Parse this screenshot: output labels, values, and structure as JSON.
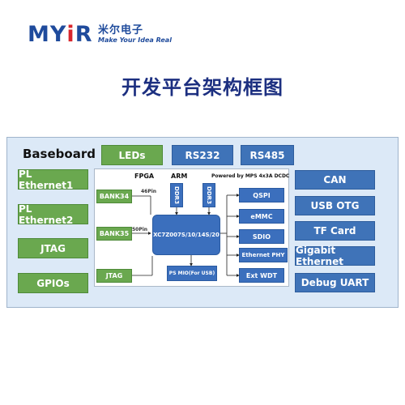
{
  "logo": {
    "brand_prefix": "MY",
    "brand_dot": "i",
    "brand_suffix": "R",
    "chinese": "米尔电子",
    "tagline": "Make Your Idea Real",
    "color": "#1f4b9c",
    "dot_color": "#d9262c"
  },
  "title": "开发平台架构框图",
  "frame": {
    "baseboard_label": "Baseboard",
    "left_blocks": [
      "PL Ethernet1",
      "PL Ethernet2",
      "JTAG",
      "GPIOs"
    ],
    "top_blocks": [
      "LEDs",
      "RS232",
      "RS485"
    ],
    "right_blocks": [
      "CAN",
      "USB OTG",
      "TF Card",
      "Gigabit Ethernet",
      "Debug UART"
    ]
  },
  "soc": {
    "fpga_label": "FPGA",
    "arm_label": "ARM",
    "power_label": "Powered by MPS 4x3A DCDC",
    "banks": [
      "BANK34",
      "BANK35",
      "JTAG"
    ],
    "bank34_pins": "46Pin",
    "bank35_pins": "50Pin",
    "ddr": [
      "DDR3",
      "DDR3"
    ],
    "chip": "XC7Z007S/10/14S/20",
    "ps_mio": "PS MIO(For USB)",
    "peripherals": [
      "QSPI",
      "eMMC",
      "SDIO",
      "Ethernet PHY",
      "Ext WDT"
    ]
  },
  "colors": {
    "green": "#6aa84f",
    "blue": "#3f73b8",
    "frame_bg": "#dce9f7",
    "title": "#1c2f80"
  }
}
